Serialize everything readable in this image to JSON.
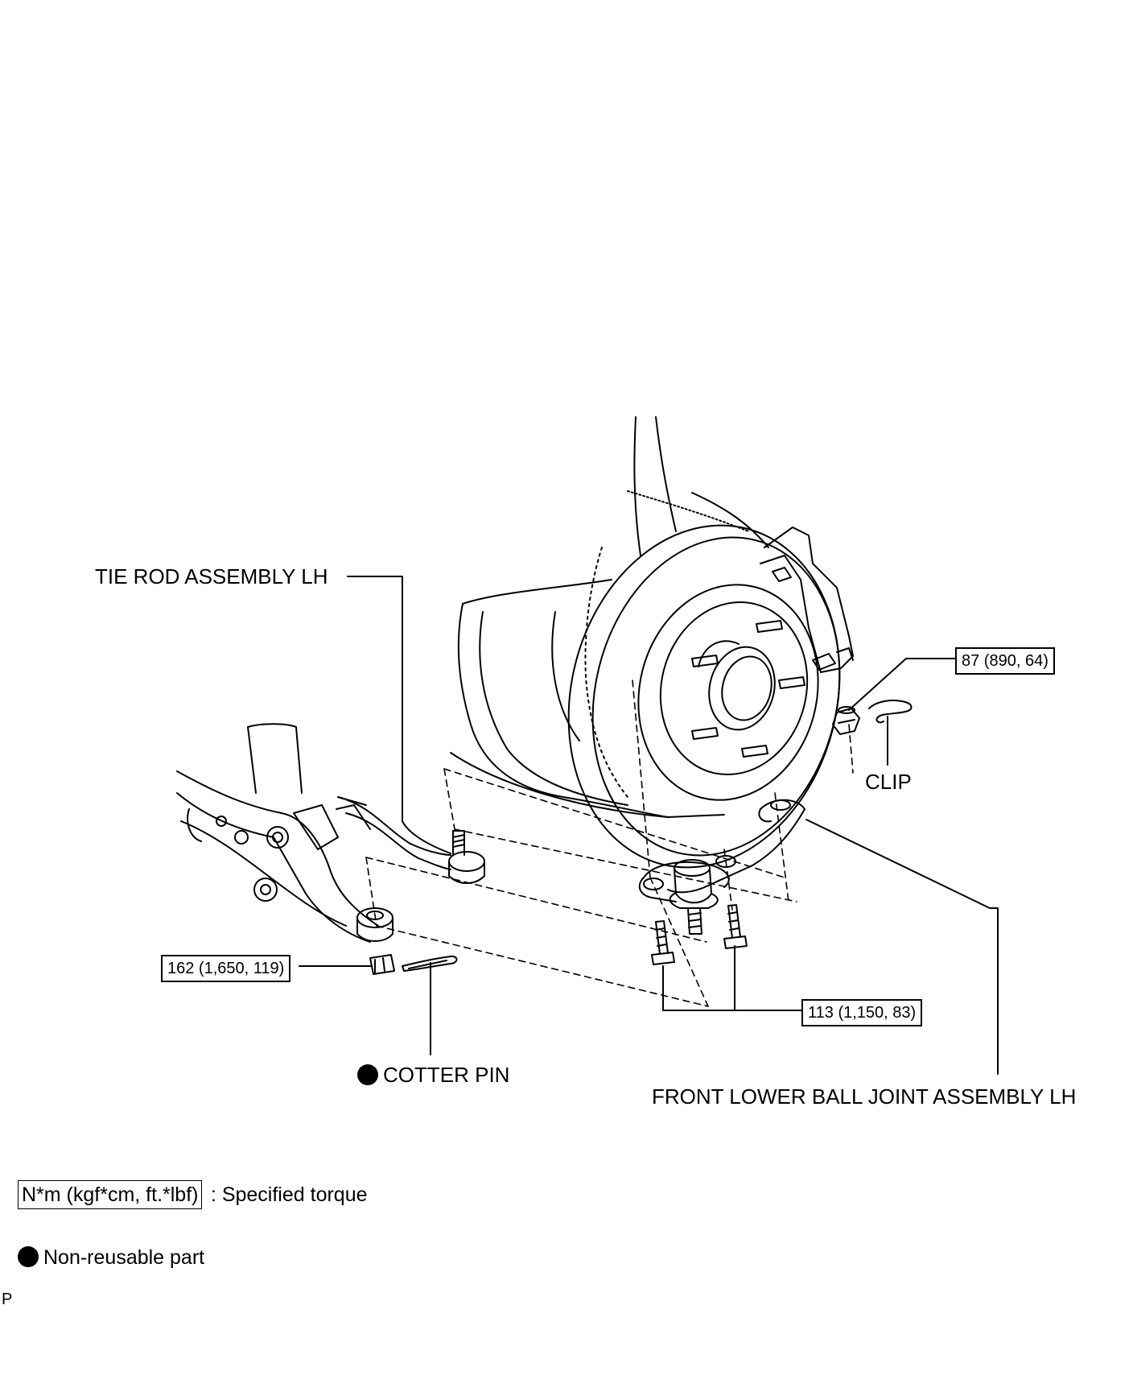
{
  "labels": {
    "tie_rod": "TIE ROD ASSEMBLY LH",
    "clip": "CLIP",
    "cotter_pin": "COTTER PIN",
    "ball_joint": "FRONT LOWER BALL JOINT ASSEMBLY LH"
  },
  "torques": {
    "knuckle_nut": "87 (890, 64)",
    "tie_rod_nut": "162 (1,650, 119)",
    "ball_joint_bolts": "113 (1,150, 83)"
  },
  "legend": {
    "torque_unit": "N*m (kgf*cm, ft.*lbf)",
    "torque_desc": ": Specified torque",
    "nonreusable_desc": "Non-reusable part"
  },
  "footer_code": "P"
}
